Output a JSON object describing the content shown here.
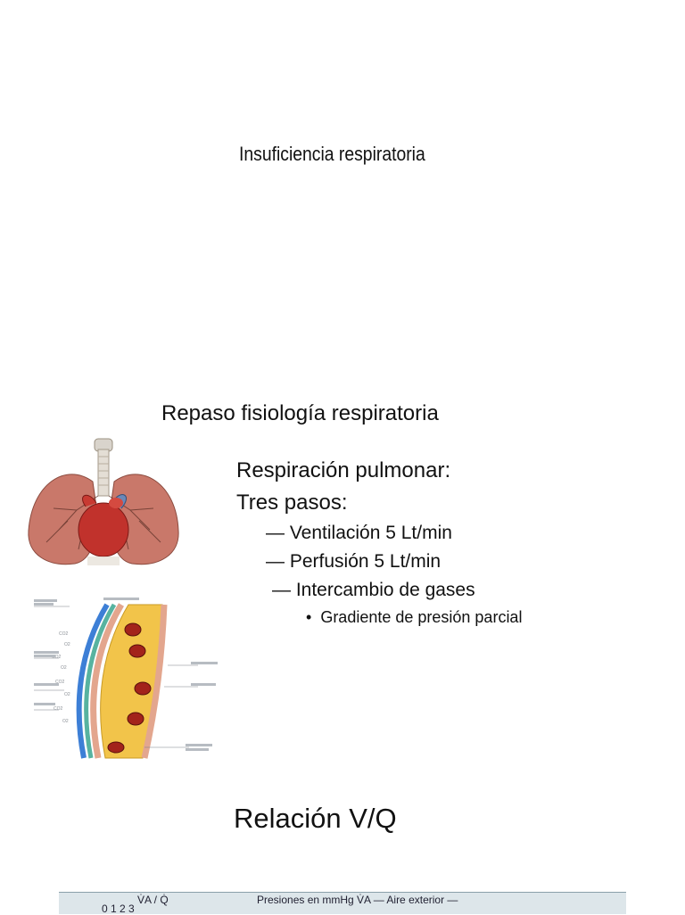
{
  "slide1": {
    "title": "Insuficiencia respiratoria"
  },
  "slide2": {
    "title": "Repaso fisiología respiratoria",
    "heading1": "Respiración pulmonar:",
    "heading2": "Tres pasos:",
    "steps": [
      "— Ventilación 5 Lt/min",
      "— Perfusión 5 Lt/min",
      "—  Intercambio de gases"
    ],
    "sub_bullet": "Gradiente de presión parcial"
  },
  "slide3": {
    "title": "Relación V/Q",
    "strip_left": "V̇A / Q̇",
    "strip_ticks": "0     1     2     3",
    "strip_right": "Presiones en mmHg     V̇A      — Aire exterior —"
  }
}
